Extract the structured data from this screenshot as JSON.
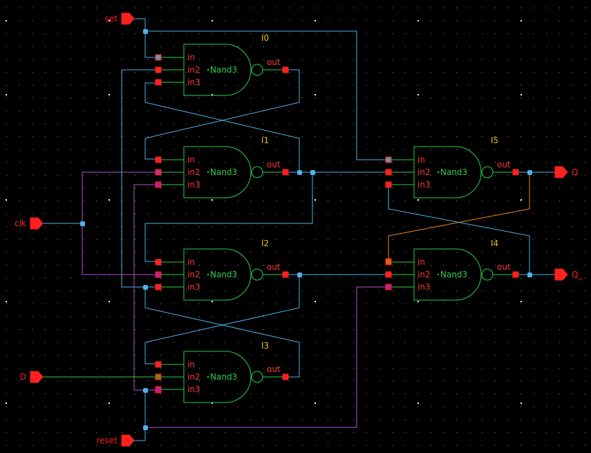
{
  "colors": {
    "background": "#000000",
    "grid_dot": "#9a9a9a",
    "gate_body": "#2bd14a",
    "pin_label": "#ff3535",
    "instance_label": "#e8c21a",
    "cell_name": "#2bd14a",
    "net_blue": "#4fb3e8",
    "net_purple": "#b34fd6",
    "net_orange": "#f08a1e",
    "net_green": "#2bd14a",
    "pin_red": "#ff2020",
    "junction": "#4fb3e8"
  },
  "ports": [
    {
      "id": "set",
      "label": "set",
      "side": "input"
    },
    {
      "id": "clk",
      "label": "clk",
      "side": "input"
    },
    {
      "id": "D",
      "label": "D",
      "side": "input"
    },
    {
      "id": "reset",
      "label": "reset",
      "side": "input"
    },
    {
      "id": "Q",
      "label": "Q",
      "side": "output"
    },
    {
      "id": "Q_",
      "label": "Q_",
      "side": "output"
    }
  ],
  "gates": [
    {
      "id": "I0",
      "instance": "I0",
      "cell": "Nand3",
      "pins": [
        "in",
        "in2",
        "in3"
      ],
      "output": "out"
    },
    {
      "id": "I1",
      "instance": "I1",
      "cell": "Nand3",
      "pins": [
        "in",
        "in2",
        "in3"
      ],
      "output": "out"
    },
    {
      "id": "I2",
      "instance": "I2",
      "cell": "Nand3",
      "pins": [
        "in",
        "in2",
        "in3"
      ],
      "output": "out"
    },
    {
      "id": "I3",
      "instance": "I3",
      "cell": "Nand3",
      "pins": [
        "in",
        "in2",
        "in3"
      ],
      "output": "out"
    },
    {
      "id": "I5",
      "instance": "I5",
      "cell": "Nand3",
      "pins": [
        "in",
        "in2",
        "in3"
      ],
      "output": "out"
    },
    {
      "id": "I4",
      "instance": "I4",
      "cell": "Nand3",
      "pins": [
        "in",
        "in2",
        "in3"
      ],
      "output": "out"
    }
  ]
}
